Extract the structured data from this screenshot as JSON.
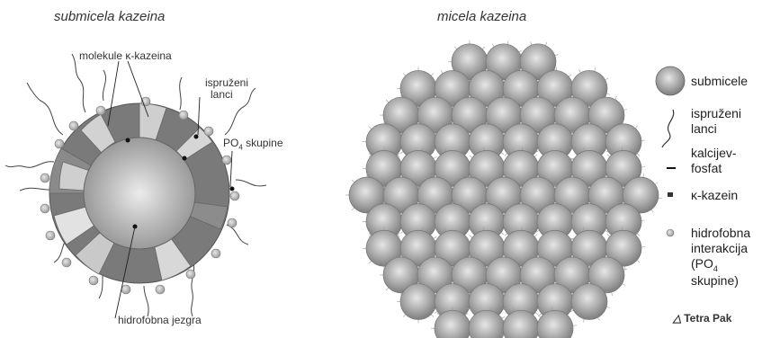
{
  "left_title": "submicela kazeina",
  "right_title": "micela kazeina",
  "left_labels": {
    "kappa_molecules": "molekule κ-kazeina",
    "stretched_chains_1": "ispruženi",
    "stretched_chains_2": "lanci",
    "po4_main": "PO",
    "po4_sub": "4",
    "po4_rest": " skupine",
    "core": "hidrofobna jezgra"
  },
  "legend": {
    "submicelles": "submicele",
    "chains_1": "ispruženi",
    "chains_2": "lanci",
    "calcium_1": "kalcijev-",
    "calcium_2": "fosfat",
    "kappa": "κ-kazein",
    "hydro_1": "hidrofobna",
    "hydro_2": "interakcija",
    "hydro_3_main": "(PO",
    "hydro_3_sub": "4",
    "hydro_4": "skupine)"
  },
  "brand": "Tetra Pak",
  "colors": {
    "outer_ring": "#7a7a7a",
    "core": "#b8b8b8",
    "submicelle": "#a9a9a9"
  }
}
